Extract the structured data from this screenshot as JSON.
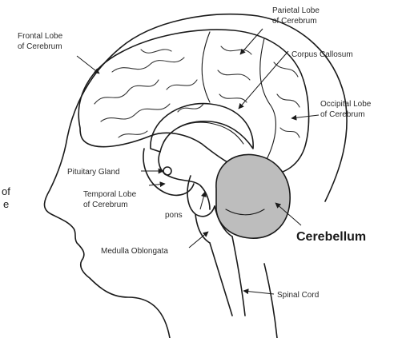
{
  "labels": {
    "frontal_1": "Frontal Lobe",
    "frontal_2": "of Cerebrum",
    "parietal_1": "Parietal Lobe",
    "parietal_2": "of Cerebrum",
    "corpus": "Corpus Callosum",
    "occipital_1": "Occipital Lobe",
    "occipital_2": "of Cerebrum",
    "pituitary": "Pituitary Gland",
    "temporal_1": "Temporal Lobe",
    "temporal_2": "of Cerebrum",
    "pons": "pons",
    "cerebellum": "Cerebellum",
    "medulla": "Medulla Oblongata",
    "spinal": "Spinal Cord"
  },
  "left_edge_fragments": {
    "line_1": "of",
    "line_2": "e"
  },
  "colors": {
    "cerebellum_fill": "#bdbdbd",
    "outline": "#1a1a1a"
  }
}
